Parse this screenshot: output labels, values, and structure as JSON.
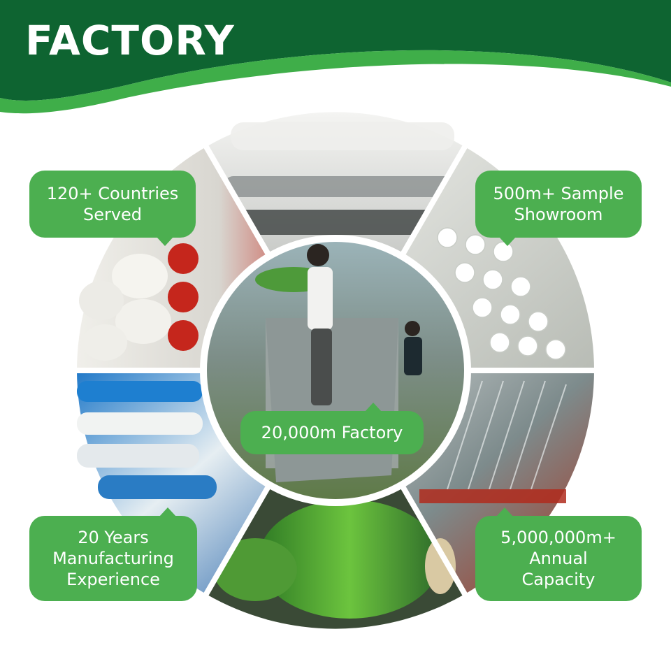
{
  "banner": {
    "title": "FACTORY",
    "colors": {
      "dark_green": "#0e6431",
      "light_green": "#3fae49"
    }
  },
  "photos": [
    {
      "name": "white-fabric-rolls-photo",
      "icon": "fabric-roll-icon"
    },
    {
      "name": "yarn-spools-photo",
      "icon": "yarn-spool-icon"
    },
    {
      "name": "red-loom-photo",
      "icon": "loom-icon"
    },
    {
      "name": "green-turf-roll-photo",
      "icon": "turf-roll-icon"
    },
    {
      "name": "blue-packaged-rolls-photo",
      "icon": "packaged-roll-icon"
    },
    {
      "name": "red-white-bobbins-photo",
      "icon": "bobbin-icon"
    },
    {
      "name": "factory-workers-photo",
      "icon": "worker-icon"
    }
  ],
  "callouts": {
    "countries": "120+ Countries\nServed",
    "showroom": "500m+ Sample\nShowroom",
    "factory": "20,000m Factory",
    "years": "20 Years\nManufacturing\nExperience",
    "capacity": "5,000,000m+\nAnnual\nCapacity"
  },
  "accent_color": "#4caf50"
}
